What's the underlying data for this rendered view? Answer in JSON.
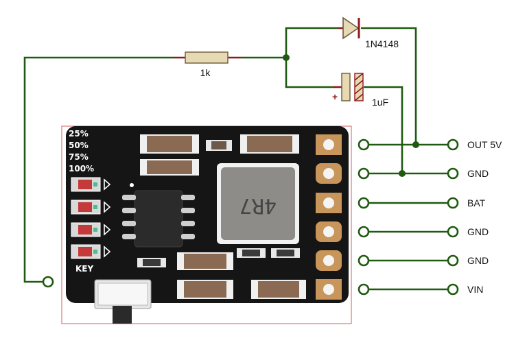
{
  "diagram": {
    "resistor_label": "1k",
    "diode_label": "1N4148",
    "capacitor_label": "1uF",
    "capacitor_polarity": "+",
    "pins": [
      {
        "label": "OUT 5V"
      },
      {
        "label": "GND"
      },
      {
        "label": "BAT"
      },
      {
        "label": "GND"
      },
      {
        "label": "GND"
      },
      {
        "label": "VIN"
      }
    ],
    "board": {
      "level_labels": [
        "25%",
        "50%",
        "75%",
        "100%"
      ],
      "key_label": "KEY",
      "inductor_marking": "4R7"
    },
    "colors": {
      "wire": "#1f5a10",
      "component_body": "#e8d9b5",
      "component_lead": "#8b1a1a",
      "board": "#151515",
      "board_border": "#d77a7a",
      "pad": "#c8955a"
    }
  }
}
